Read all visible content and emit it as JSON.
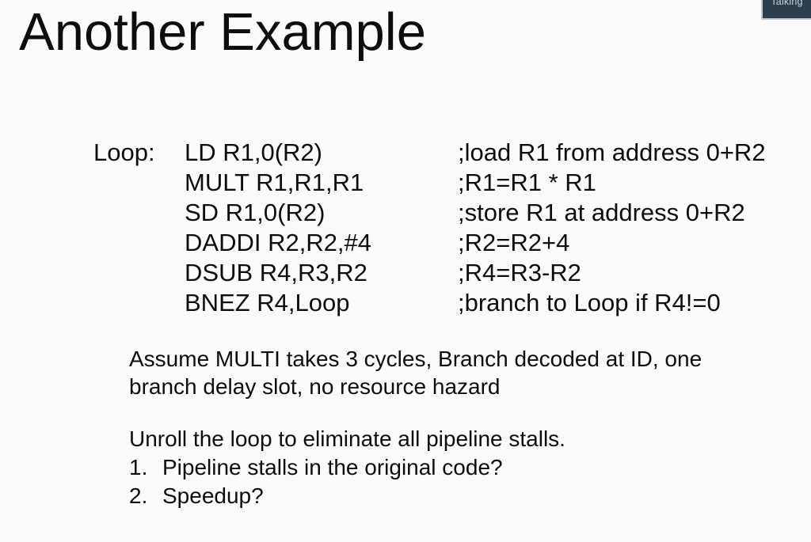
{
  "slide": {
    "title": "Another Example",
    "code": {
      "label": "Loop:",
      "rows": [
        {
          "instruction": "LD R1,0(R2)",
          "comment": ";load R1 from address 0+R2"
        },
        {
          "instruction": "MULT R1,R1,R1",
          "comment": ";R1=R1 * R1"
        },
        {
          "instruction": "SD R1,0(R2)",
          "comment": ";store R1 at address 0+R2"
        },
        {
          "instruction": "DADDI R2,R2,#4",
          "comment": ";R2=R2+4"
        },
        {
          "instruction": "DSUB R4,R3,R2",
          "comment": ";R4=R3-R2"
        },
        {
          "instruction": "BNEZ R4,Loop",
          "comment": ";branch to Loop if R4!=0"
        }
      ]
    },
    "assumption_lines": [
      "Assume MULTI takes 3 cycles, Branch decoded at ID, one",
      "branch delay slot, no resource hazard"
    ],
    "task": "Unroll the loop to eliminate all pipeline stalls.",
    "questions": [
      {
        "number": "1.",
        "text": "Pipeline stalls in the original code?"
      },
      {
        "number": "2.",
        "text": "Speedup?"
      }
    ]
  },
  "overlay": {
    "talking_label": "Talking",
    "colors": {
      "background": "#2d3e4e",
      "text": "#ccd2d7",
      "border": "#c3c9ce"
    }
  }
}
